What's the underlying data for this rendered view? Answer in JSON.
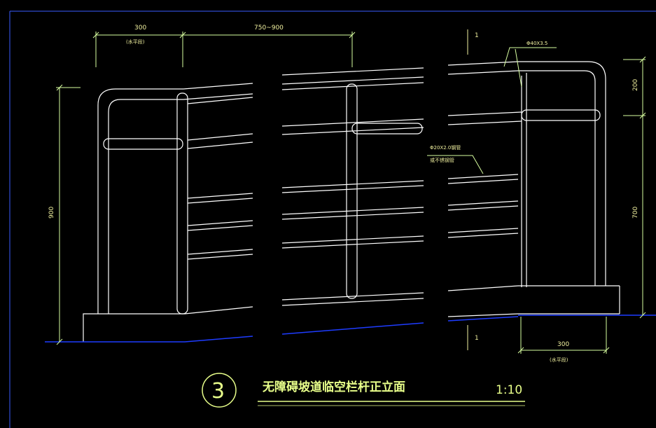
{
  "drawing": {
    "title": "无障碍坡道临空栏杆正立面",
    "scale": "1:10",
    "detail_number": "3",
    "section_mark": "1"
  },
  "dimensions": {
    "top_left": "300",
    "top_left_note": "(水平段)",
    "top_mid": "750~900",
    "left_height": "900",
    "right_upper": "200",
    "right_lower": "700",
    "bottom_right": "300",
    "bottom_right_note": "(水平段)"
  },
  "annotations": {
    "handrail_spec": "Φ40X3.5",
    "rail_spec": "Φ20X2.0钢管",
    "rail_note": "或不锈钢管"
  },
  "colors": {
    "background": "#000000",
    "lines": "#ffffff",
    "dimension": "#d8ffa0",
    "ground": "#1e3cff",
    "text": "#e8ff8a"
  }
}
